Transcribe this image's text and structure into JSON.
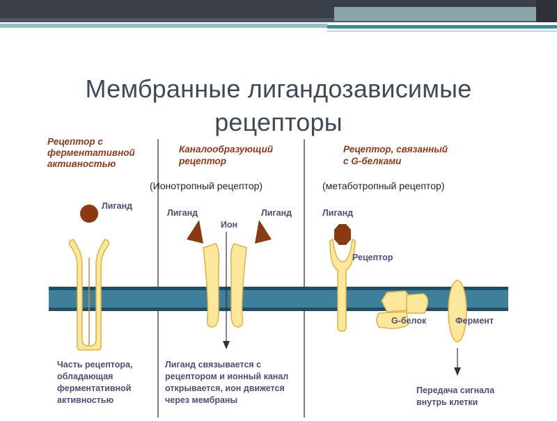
{
  "slide": {
    "title_line1": "Мембранные лигандозависимые",
    "title_line2": "рецепторы"
  },
  "colors": {
    "accent_teal": "#2e8a96",
    "title_text": "#3f4a57",
    "header_text": "#8b3a1e",
    "label_text": "#4a4f75",
    "membrane_blue": "#3f7f9a",
    "receptor_fill": "#fde79a",
    "receptor_stroke": "#d9b24b",
    "ligand_brown": "#8a3a12"
  },
  "columns": {
    "enzymatic": {
      "header_lines": [
        "Рецептор с",
        "ферментативной",
        "активностью"
      ],
      "ligand_label": "Лиганд",
      "desc_lines": [
        "Часть рецептора,",
        "обладающая",
        "ферментативной",
        "активностью"
      ]
    },
    "channel": {
      "header_lines": [
        "Каналообразующий",
        "рецептор"
      ],
      "subtitle": "(Ионотропный  рецептор)",
      "ligand_left": "Лиганд",
      "ligand_right": "Лиганд",
      "ion_label": "Ион",
      "desc_lines": [
        "Лиганд связывается с",
        "рецептором и ионный канал",
        "открывается, ион движется",
        "через мембраны"
      ]
    },
    "gprotein": {
      "header_lines": [
        "Рецептор, связанный",
        "с G-белками"
      ],
      "subtitle": "(метаботропный рецептор)",
      "ligand_label": "Лиганд",
      "receptor_label": "Рецептор",
      "gprotein_label": "G-белок",
      "enzyme_label": "Фермент",
      "desc_lines": [
        "Передача сигнала",
        "внутрь клетки"
      ]
    }
  }
}
